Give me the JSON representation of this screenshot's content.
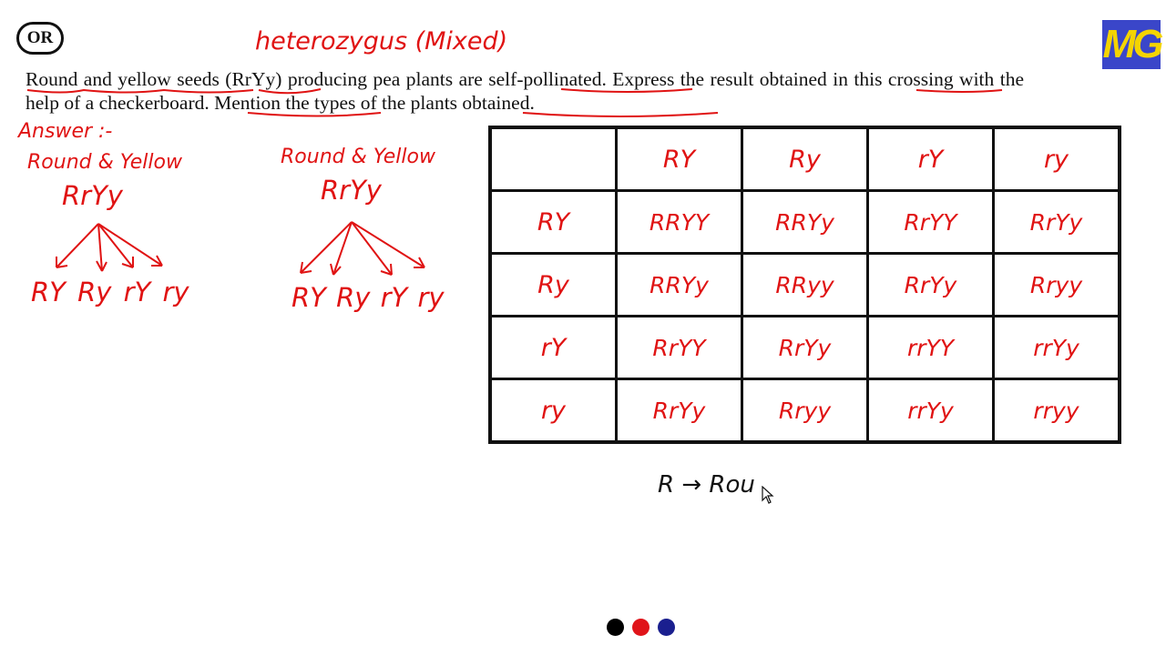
{
  "badge": {
    "label": "OR"
  },
  "logo": {
    "text": "MG",
    "bg": "#3a46c9",
    "fg": "#f4d400"
  },
  "question": {
    "text": "Round and yellow seeds (RrYy) producing pea plants are self-pollinated. Express the result obtained in this crossing with the help of a checkerboard. Mention the types of the plants obtained."
  },
  "annotations": {
    "heterozygous_note": "heterozygus (Mixed)",
    "answer_label": "Answer :-",
    "parent1": {
      "label": "Round & Yellow",
      "genotype": "RrYy",
      "gametes": [
        "RY",
        "Ry",
        "rY",
        "ry"
      ]
    },
    "parent2": {
      "label": "Round & Yellow",
      "genotype": "RrYy",
      "gametes": [
        "RY",
        "Ry",
        "rY",
        "ry"
      ]
    },
    "key_note": "R → Rou"
  },
  "punnett": {
    "corner": "",
    "column_headers": [
      "RY",
      "Ry",
      "rY",
      "ry"
    ],
    "rows": [
      {
        "header": "RY",
        "cells": [
          "RRYY",
          "RRYy",
          "RrYY",
          "RrYy"
        ]
      },
      {
        "header": "Ry",
        "cells": [
          "RRYy",
          "RRyy",
          "RrYy",
          "Rryy"
        ]
      },
      {
        "header": "rY",
        "cells": [
          "RrYY",
          "RrYy",
          "rrYY",
          "rrYy"
        ]
      },
      {
        "header": "ry",
        "cells": [
          "RrYy",
          "Rryy",
          "rrYy",
          "rryy"
        ]
      }
    ]
  },
  "colors": {
    "ink_red": "#e01313",
    "ink_black": "#111111"
  },
  "pen_colors": [
    "#000000",
    "#e0141a",
    "#1a1f8f"
  ]
}
